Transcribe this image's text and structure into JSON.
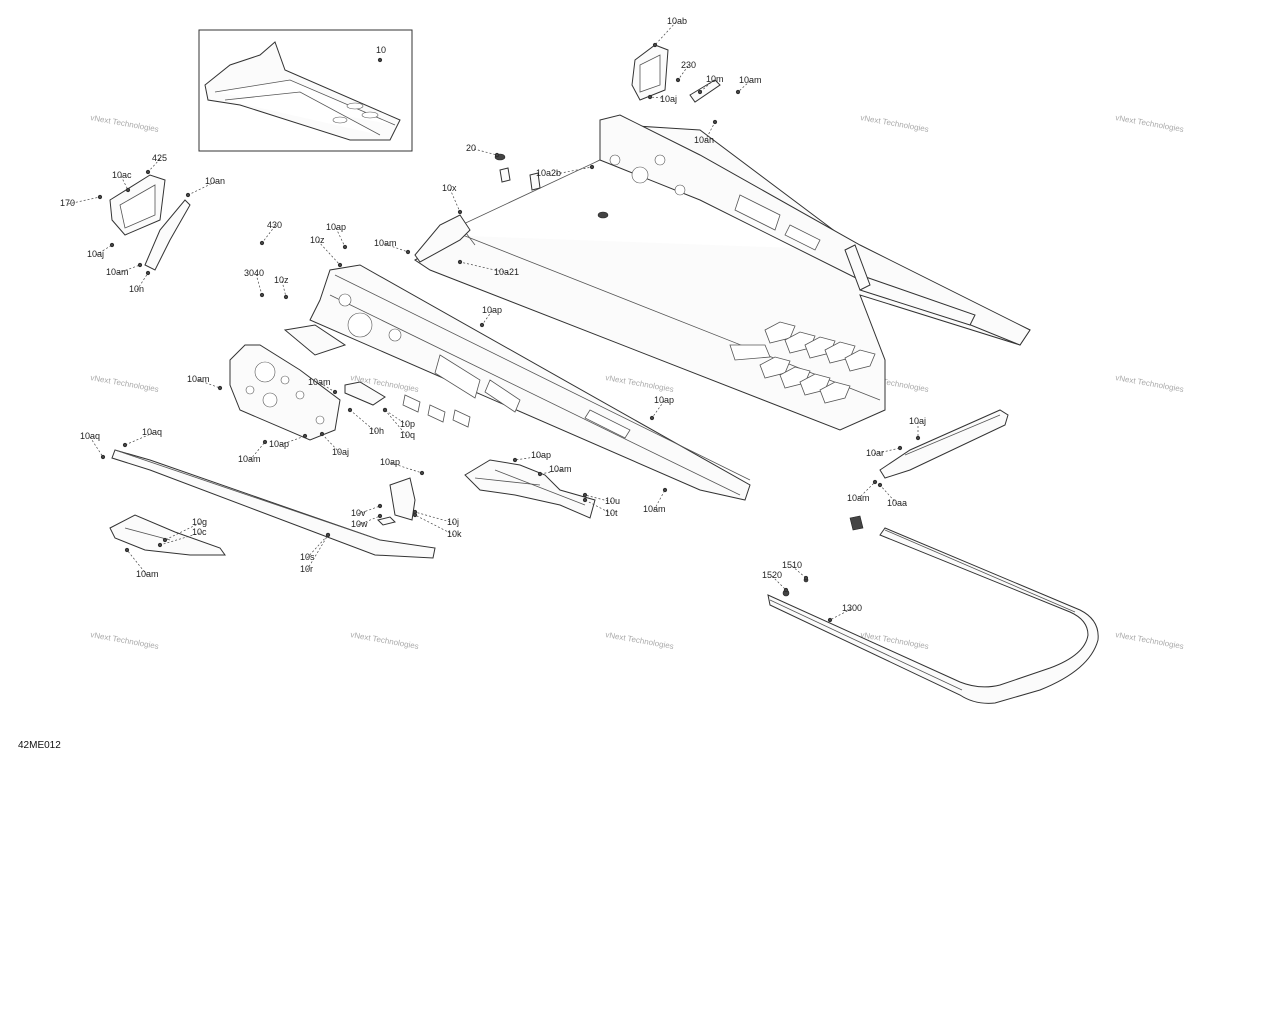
{
  "diagram": {
    "code": "42ME012",
    "callouts": [
      "10",
      "10ab",
      "230",
      "10m",
      "10am",
      "10aj",
      "10an",
      "20",
      "10a2b",
      "10x",
      "10am",
      "10a21",
      "425",
      "10ac",
      "10an",
      "170",
      "430",
      "10aj",
      "10am",
      "10n",
      "10ap",
      "10z",
      "3040",
      "10z",
      "10ap",
      "10am",
      "10am",
      "10p",
      "10q",
      "10h",
      "10ap",
      "10am",
      "10aj",
      "10aq",
      "10aq",
      "10ap",
      "10ap",
      "10am",
      "10u",
      "10t",
      "10am",
      "10ap",
      "10v",
      "10w",
      "10j",
      "10k",
      "10s",
      "10r",
      "10g",
      "10c",
      "10am",
      "10aj",
      "10ar",
      "10am",
      "10aa",
      "1510",
      "1520",
      "1300"
    ],
    "watermark": "vNext Technologies"
  }
}
